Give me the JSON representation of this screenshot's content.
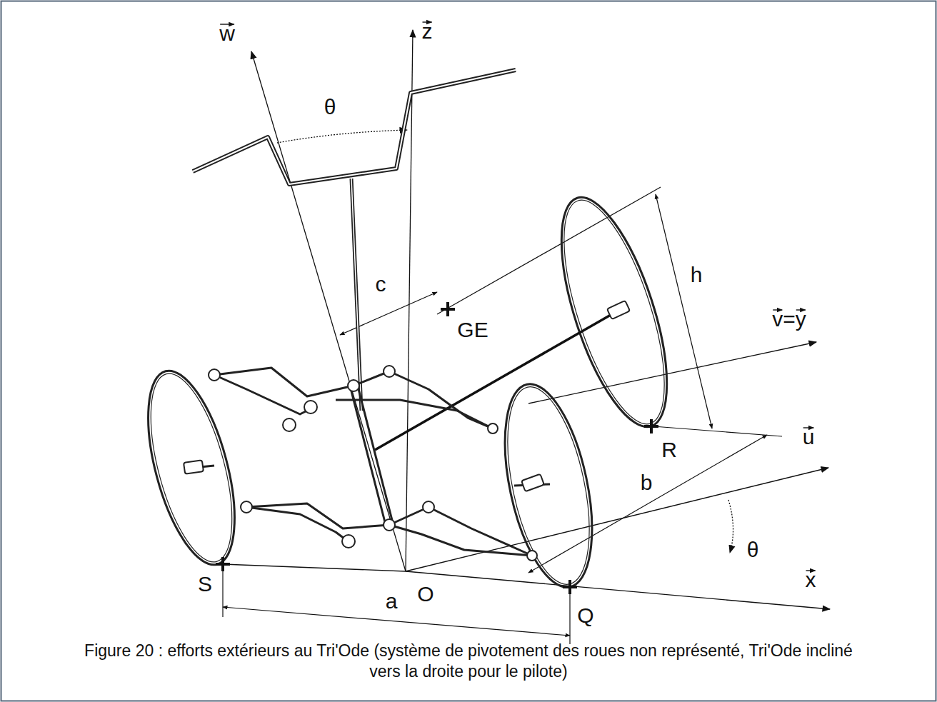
{
  "diagram": {
    "caption": "Figure 20 : efforts extérieurs au Tri'Ode (système de pivotement des roues non représenté, Tri'Ode incliné vers la droite pour le pilote)",
    "labels": [
      "w",
      "z",
      "θ",
      "c",
      "GE",
      "h",
      "v=y",
      "R",
      "u",
      "b",
      "θ",
      "x",
      "S",
      "O",
      "Q",
      "a"
    ]
  }
}
